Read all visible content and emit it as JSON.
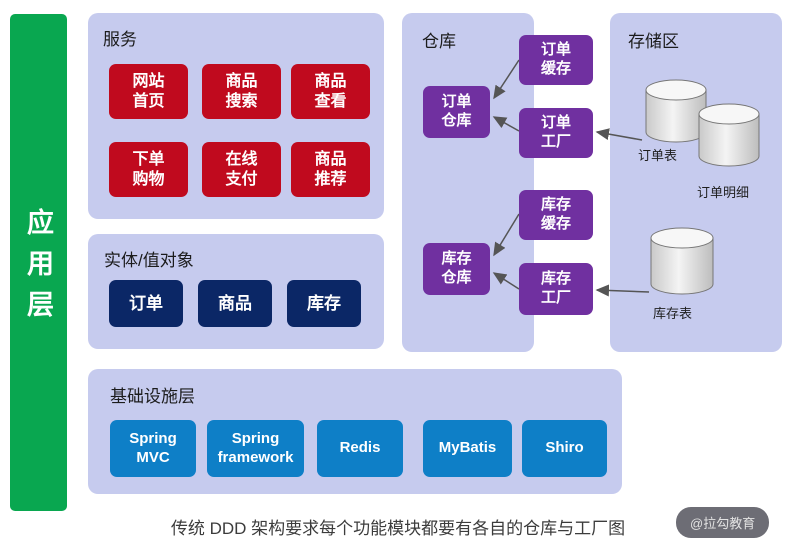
{
  "app_layer": {
    "label": "应用层"
  },
  "services": {
    "title": "服务",
    "items": [
      "网站\n首页",
      "商品\n搜索",
      "商品\n查看",
      "下单\n购物",
      "在线\n支付",
      "商品\n推荐"
    ]
  },
  "entities": {
    "title": "实体/值对象",
    "items": [
      "订单",
      "商品",
      "库存"
    ]
  },
  "repository": {
    "title": "仓库",
    "order_cache": "订单\n缓存",
    "order_repo": "订单\n仓库",
    "order_factory": "订单\n工厂",
    "stock_cache": "库存\n缓存",
    "stock_repo": "库存\n仓库",
    "stock_factory": "库存\n工厂"
  },
  "storage": {
    "title": "存储区",
    "tables": [
      "订单表",
      "订单明细",
      "库存表"
    ]
  },
  "infrastructure": {
    "title": "基础设施层",
    "items": [
      "Spring MVC",
      "Spring framework",
      "Redis",
      "MyBatis",
      "Shiro"
    ]
  },
  "caption": "传统 DDD 架构要求每个功能模块都要有各自的仓库与工厂图",
  "watermark": "@拉勾教育",
  "colors": {
    "app_layer_green": "#09a750",
    "panel_lavender": "#c6cbee",
    "service_red": "#c00a1e",
    "entity_navy": "#0b2766",
    "repo_purple": "#7030a0",
    "infra_blue": "#0e7fc7",
    "arrow_gray": "#555555"
  }
}
